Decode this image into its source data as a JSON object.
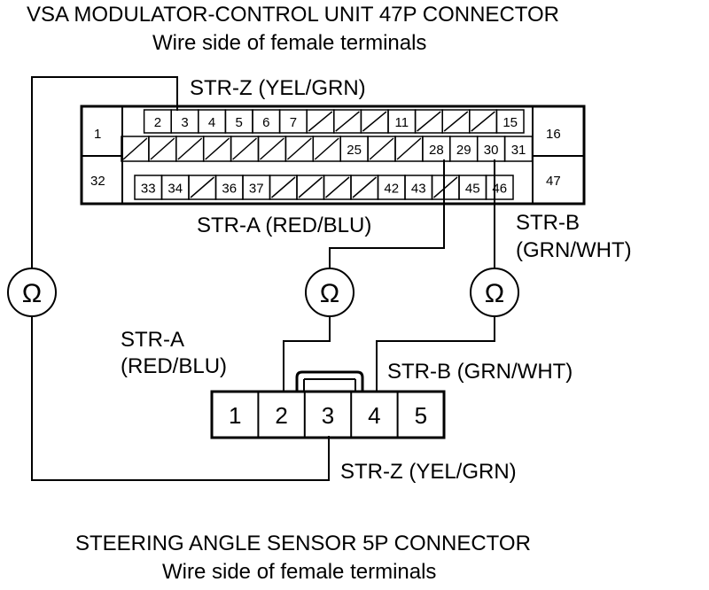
{
  "titles": {
    "vsa_title": "VSA MODULATOR-CONTROL UNIT 47P CONNECTOR",
    "vsa_subtitle": "Wire side of female terminals",
    "sensor_title": "STEERING ANGLE SENSOR 5P CONNECTOR",
    "sensor_subtitle": "Wire side of female terminals"
  },
  "wires": {
    "str_z_top": "STR-Z (YEL/GRN)",
    "str_a_top": "STR-A (RED/BLU)",
    "str_b_top_line1": "STR-B",
    "str_b_top_line2": "(GRN/WHT)",
    "str_a_bottom_line1": "STR-A",
    "str_a_bottom_line2": "(RED/BLU)",
    "str_b_bottom": "STR-B (GRN/WHT)",
    "str_z_bottom": "STR-Z (YEL/GRN)"
  },
  "ohm_symbol": "Ω",
  "vsa_connector": {
    "left_pins": [
      "1",
      "32"
    ],
    "right_pins": [
      "16",
      "47"
    ],
    "row1": [
      "",
      "2",
      "3",
      "4",
      "5",
      "6",
      "7",
      "/",
      "/",
      "/",
      "11",
      "/",
      "/",
      "/",
      "15"
    ],
    "row2": [
      "/",
      "/",
      "/",
      "/",
      "/",
      "/",
      "/",
      "/",
      "25",
      "/",
      "/",
      "28",
      "29",
      "30",
      "31"
    ],
    "row3": [
      "33",
      "34",
      "/",
      "36",
      "37",
      "/",
      "/",
      "/",
      "/",
      "42",
      "43",
      "/",
      "45",
      "46"
    ]
  },
  "sensor_connector": {
    "pins": [
      "1",
      "2",
      "3",
      "4",
      "5"
    ]
  }
}
